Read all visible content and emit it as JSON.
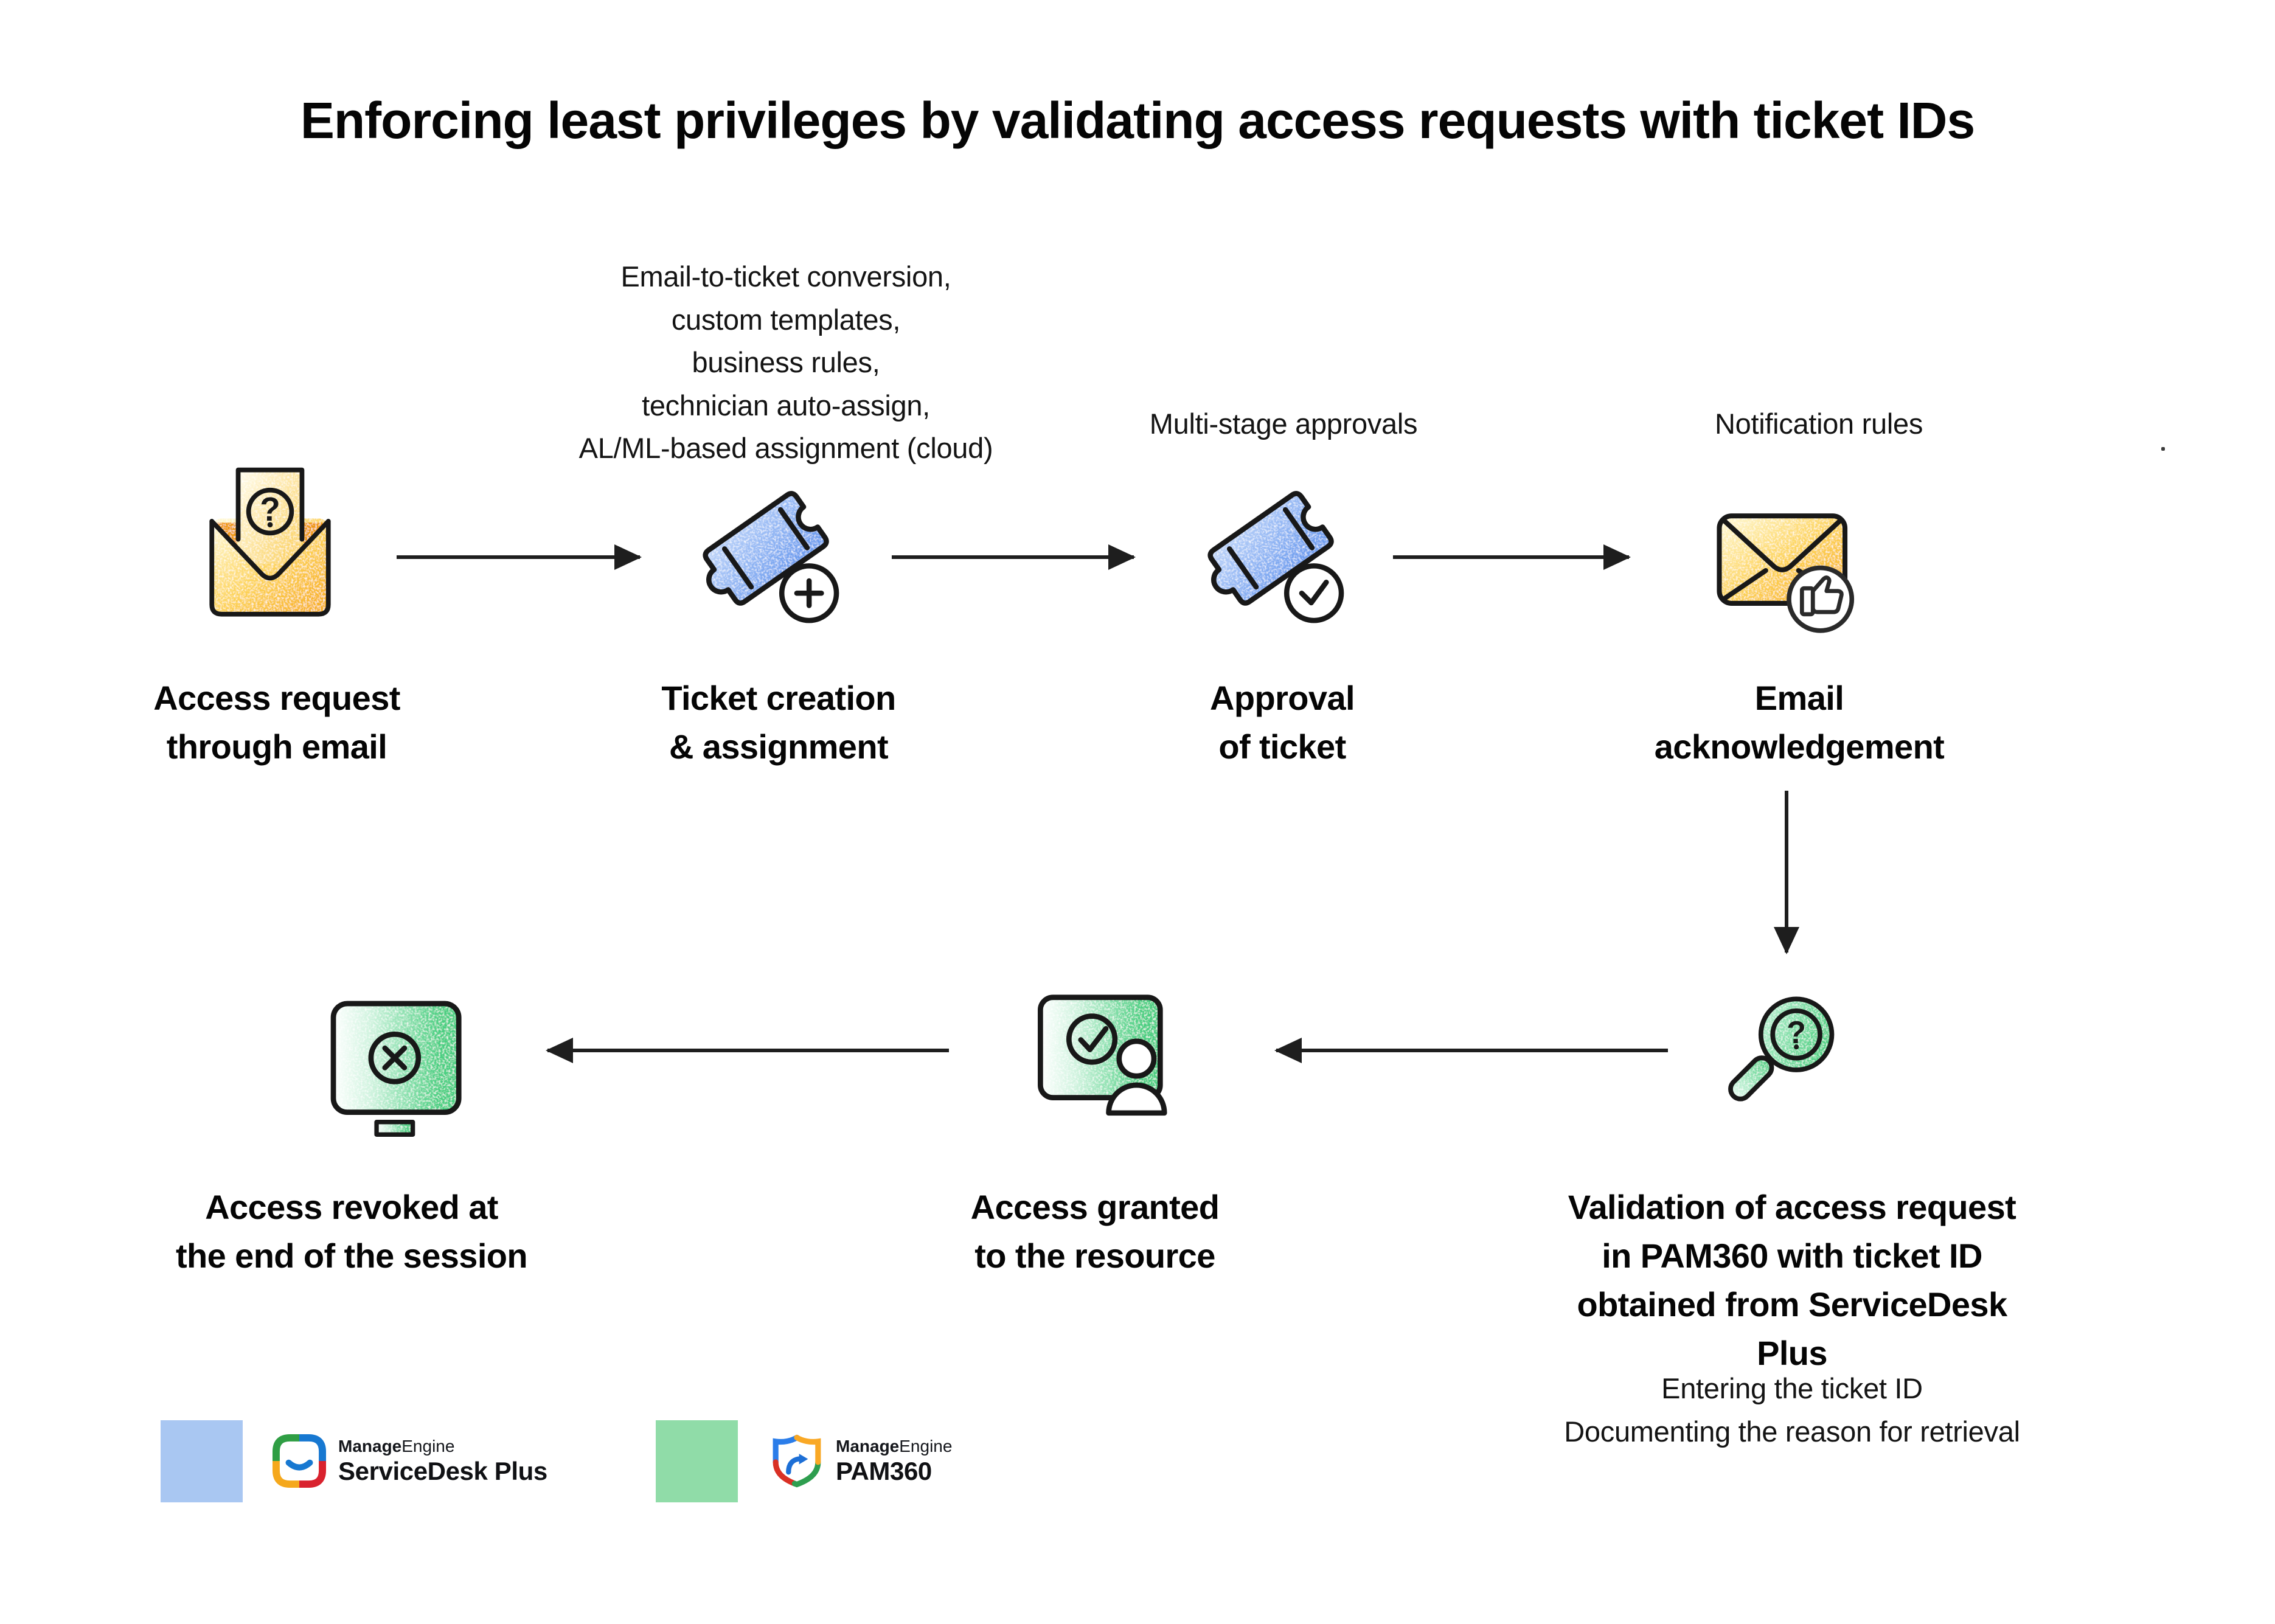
{
  "title": "Enforcing least privileges by validating access requests with ticket IDs",
  "steps": [
    {
      "id": "access-request-email",
      "label": "Access request\nthrough email",
      "icon": "envelope-question-icon"
    },
    {
      "id": "ticket-creation",
      "label": "Ticket creation\n& assignment",
      "icon": "ticket-plus-icon",
      "annotation": "Email-to-ticket conversion,\ncustom templates,\nbusiness rules,\ntechnician auto-assign,\nAL/ML-based assignment (cloud)"
    },
    {
      "id": "approval-of-ticket",
      "label": "Approval\nof ticket",
      "icon": "ticket-check-icon",
      "annotation": "Multi-stage approvals"
    },
    {
      "id": "email-acknowledgement",
      "label": "Email\nacknowledgement",
      "icon": "envelope-thumbs-up-icon",
      "annotation": "Notification rules"
    },
    {
      "id": "validation-pam360",
      "label": "Validation of access request\nin PAM360 with ticket ID\nobtained from ServiceDesk Plus",
      "icon": "magnifier-question-icon",
      "annotation": "Entering the ticket ID\nDocumenting the reason for retrieval"
    },
    {
      "id": "access-granted",
      "label": "Access granted\nto the resource",
      "icon": "monitor-user-check-icon"
    },
    {
      "id": "access-revoked",
      "label": "Access revoked at\nthe end of the session",
      "icon": "monitor-x-icon"
    }
  ],
  "icon_glyphs": {
    "question_mark": "?"
  },
  "colors": {
    "stroke": "#181818",
    "yellow_light": "#FFFBDC",
    "yellow_dark": "#F7AB1B",
    "blue_light": "#C3D8FA",
    "blue_dark": "#6D9DEF",
    "green_dark": "#49CF81",
    "green_light": "#D9F7E7",
    "servicedesk_swatch": "#A9C7F2",
    "pam360_swatch": "#90DCA8"
  },
  "legend": [
    {
      "id": "servicedesk-plus",
      "swatch": "#A9C7F2",
      "brand_bold": "Manage",
      "brand_rest": "Engine",
      "product": "ServiceDesk Plus"
    },
    {
      "id": "pam360",
      "swatch": "#90DCA8",
      "brand_bold": "Manage",
      "brand_rest": "Engine",
      "product": "PAM360"
    }
  ]
}
